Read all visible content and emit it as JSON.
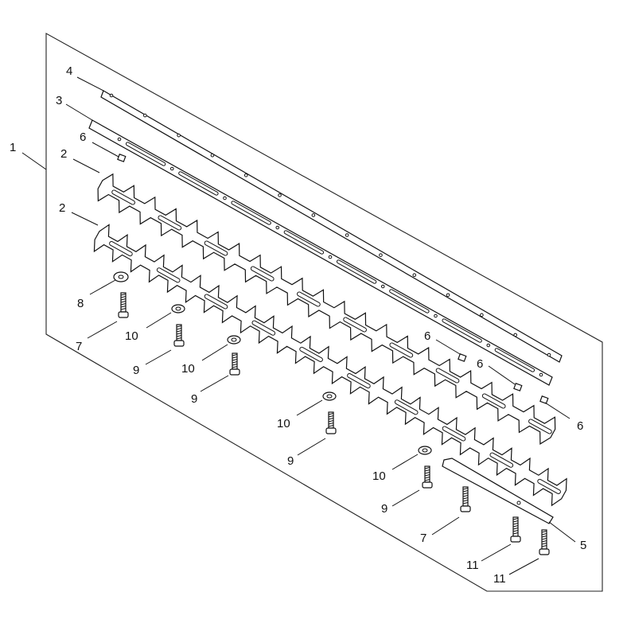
{
  "callouts": [
    {
      "id": "c1",
      "text": "1"
    },
    {
      "id": "c4",
      "text": "4"
    },
    {
      "id": "c3",
      "text": "3"
    },
    {
      "id": "c6a",
      "text": "6"
    },
    {
      "id": "c2a",
      "text": "2"
    },
    {
      "id": "c2b",
      "text": "2"
    },
    {
      "id": "c8",
      "text": "8"
    },
    {
      "id": "c7a",
      "text": "7"
    },
    {
      "id": "c10a",
      "text": "10"
    },
    {
      "id": "c9a",
      "text": "9"
    },
    {
      "id": "c10b",
      "text": "10"
    },
    {
      "id": "c9b",
      "text": "9"
    },
    {
      "id": "c6b",
      "text": "6"
    },
    {
      "id": "c6c",
      "text": "6"
    },
    {
      "id": "c6d",
      "text": "6"
    },
    {
      "id": "c10c",
      "text": "10"
    },
    {
      "id": "c9c",
      "text": "9"
    },
    {
      "id": "c10d",
      "text": "10"
    },
    {
      "id": "c9d",
      "text": "9"
    },
    {
      "id": "c7b",
      "text": "7"
    },
    {
      "id": "c5",
      "text": "5"
    },
    {
      "id": "c11a",
      "text": "11"
    },
    {
      "id": "c11b",
      "text": "11"
    }
  ]
}
